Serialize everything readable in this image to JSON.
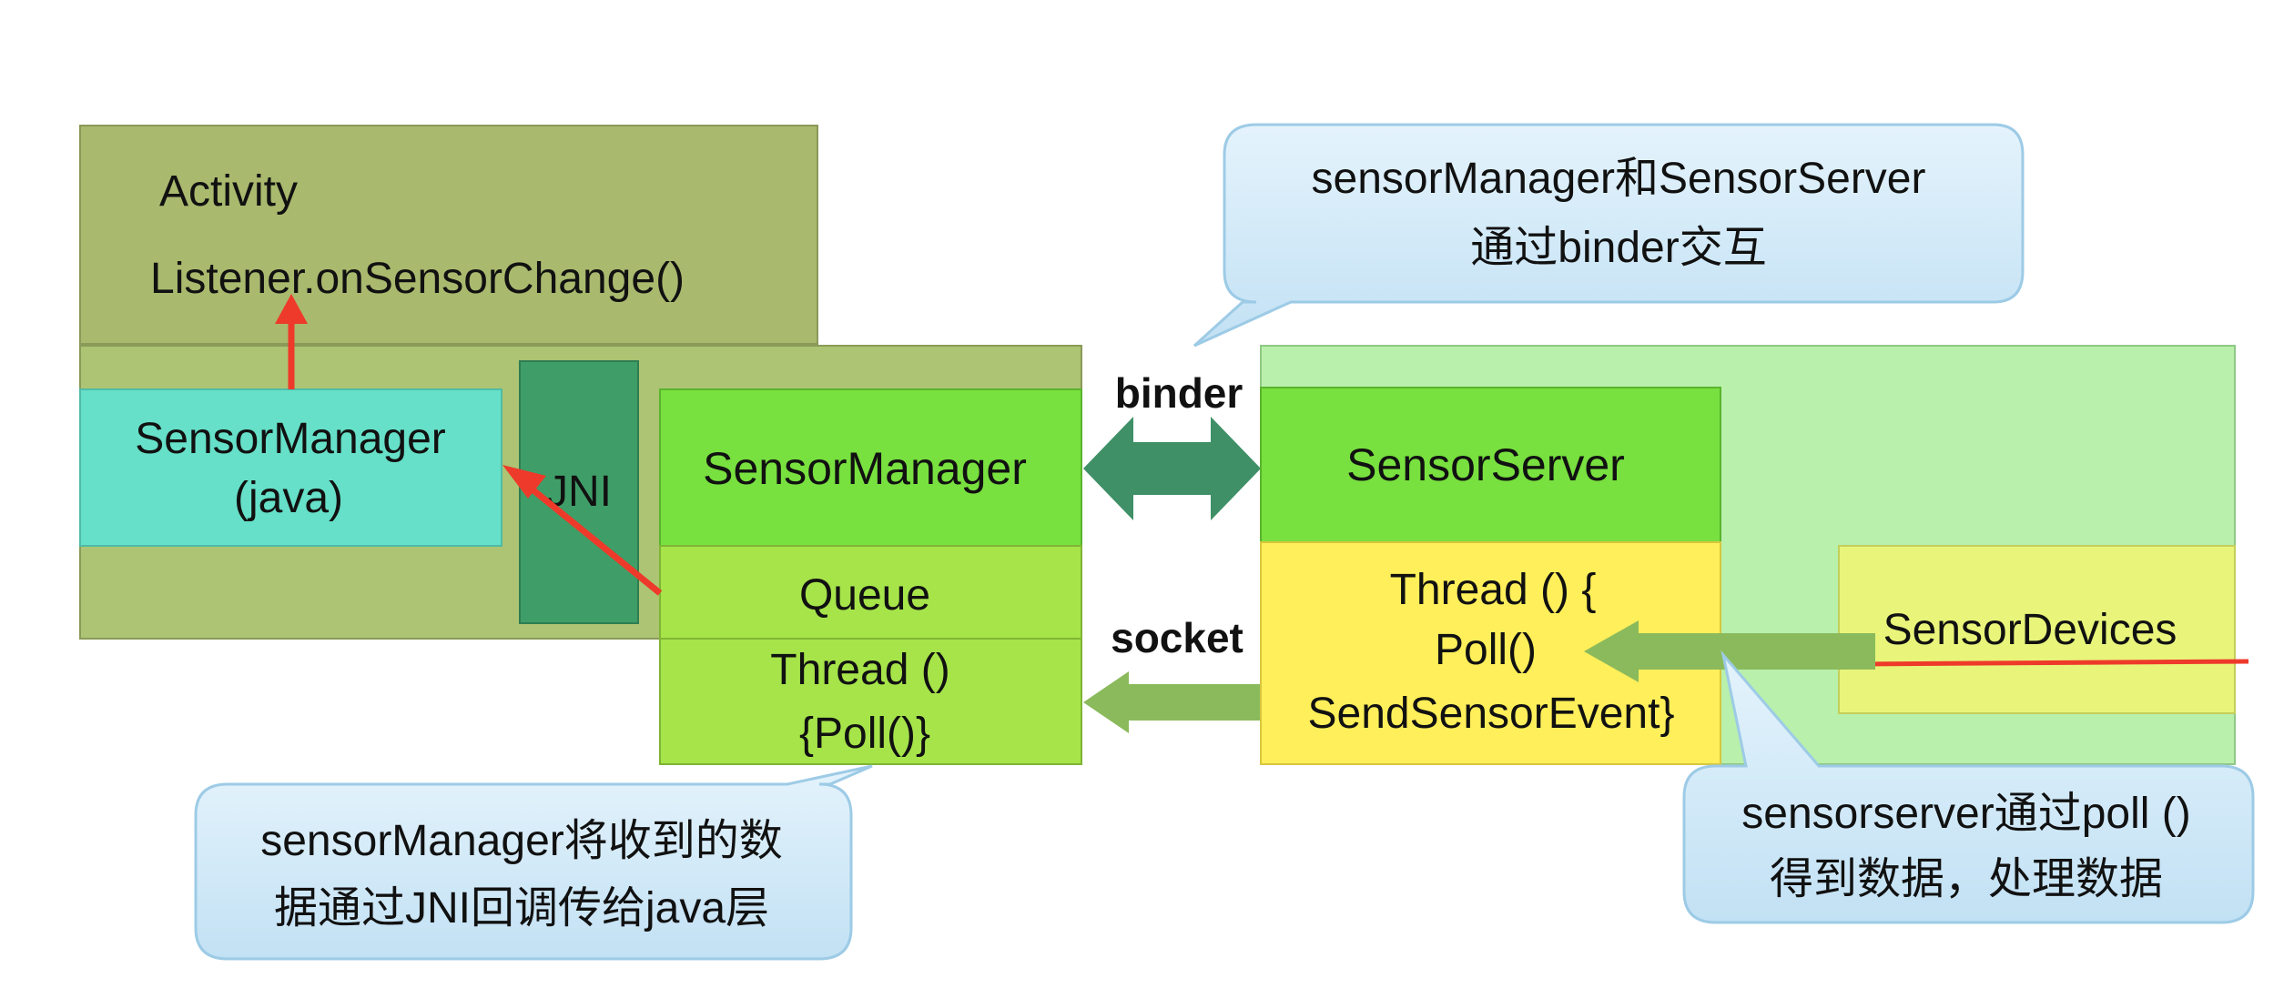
{
  "app_side": {
    "activity_label": "Activity",
    "listener_label": "Listener.onSensorChange()",
    "java_manager_line1": "SensorManager",
    "java_manager_line2": "(java)",
    "jni_label": "JNI",
    "native_manager_label": "SensorManager",
    "queue_label": "Queue",
    "thread_line1": "Thread ()",
    "thread_line2": "{Poll()}"
  },
  "links": {
    "binder_label": "binder",
    "socket_label": "socket"
  },
  "server_side": {
    "server_label": "SensorServer",
    "thread_line1": "Thread () {",
    "thread_line2": "Poll()",
    "thread_line3": "SendSensorEvent}",
    "devices_label": "SensorDevices"
  },
  "callouts": {
    "binder_note_line1": "sensorManager和SensorServer",
    "binder_note_line2": "通过binder交互",
    "jni_note_line1": "sensorManager将收到的数",
    "jni_note_line2": "据通过JNI回调传给java层",
    "poll_note_line1": "sensorserver通过poll ()",
    "poll_note_line2": "得到数据，处理数据"
  },
  "colors": {
    "olive_dark": "#a9b96e",
    "olive_light": "#acc473",
    "teal": "#66e0c8",
    "jni_green": "#3f9e68",
    "lime_header": "#78e03f",
    "lime_body": "#a6e44a",
    "server_bg": "#b8f0ac",
    "server_yellow": "#ffef5a",
    "devices_yellow": "#e8f57a",
    "binder_arrow": "#3f9066",
    "socket_arrow": "#8bba5c",
    "red": "#ee3a2a",
    "callout_fill": "#cfe7f6",
    "callout_stroke": "#9dcbe6"
  }
}
